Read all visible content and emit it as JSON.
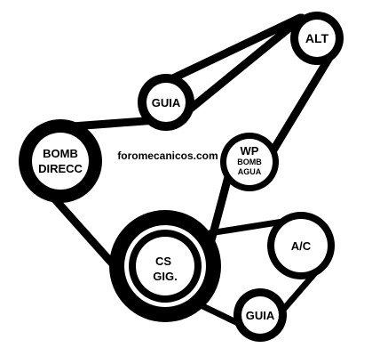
{
  "diagram": {
    "watermark": "foromecanicos.com",
    "colors": {
      "belt": "#000000",
      "background": "#ffffff",
      "text": "#000000"
    },
    "pulleys": {
      "alt": {
        "label": "ALT"
      },
      "guia_top": {
        "label": "GUIA"
      },
      "bomb_direcc": {
        "line1": "BOMB",
        "line2": "DIRECC"
      },
      "wp": {
        "line1": "WP",
        "line2": "BOMB",
        "line3": "AGUA"
      },
      "cs": {
        "line1": "CS",
        "line2": "GIG."
      },
      "ac": {
        "label": "A/C"
      },
      "guia_bottom": {
        "label": "GUIA"
      }
    }
  }
}
